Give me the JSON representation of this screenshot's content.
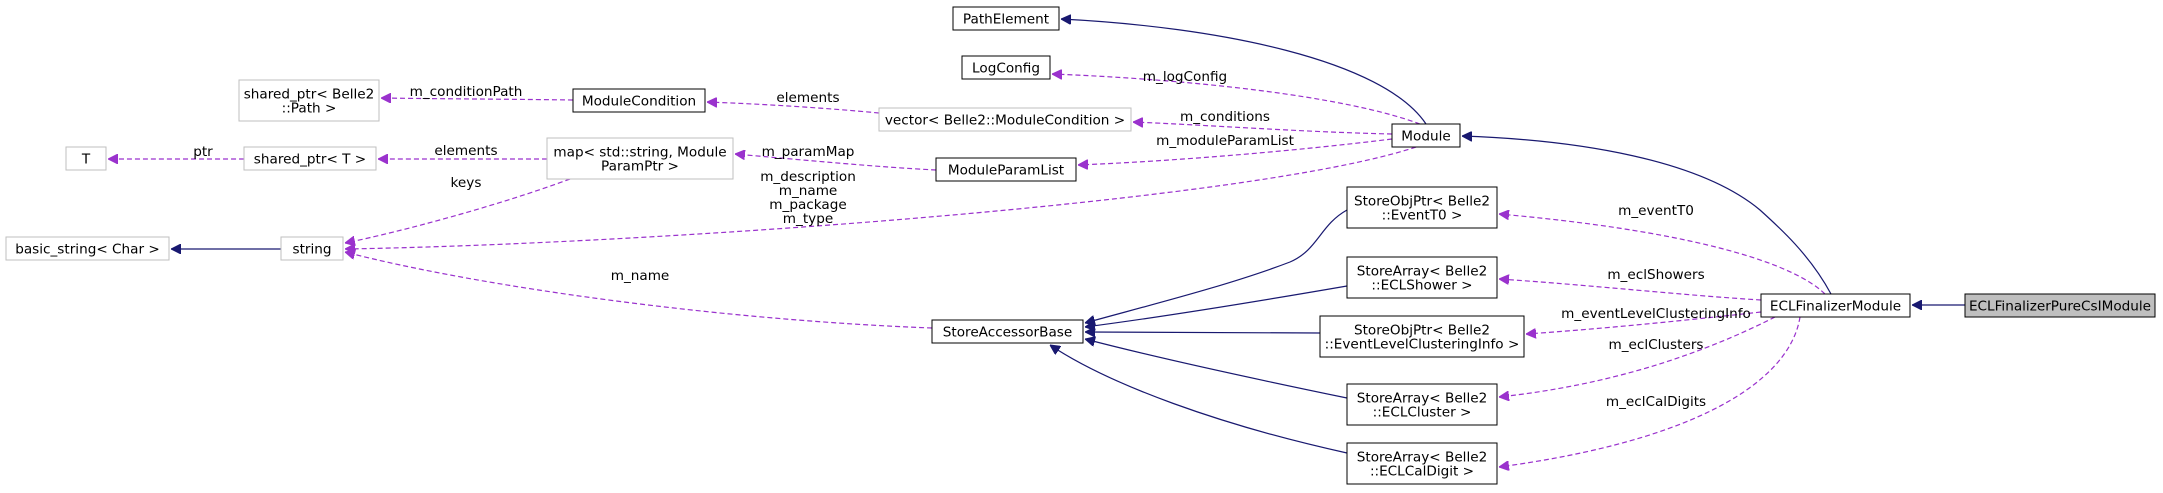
{
  "diagram": {
    "colors": {
      "inheritance": "#191970",
      "usage": "#9a32cd",
      "node_border": "#000000",
      "node_border_external": "#bfbfbf",
      "node_fill": "#ffffff",
      "highlight_fill": "#bfbfbf"
    },
    "nodes": [
      {
        "id": "PathElement",
        "lines": [
          "PathElement"
        ]
      },
      {
        "id": "LogConfig",
        "lines": [
          "LogConfig"
        ]
      },
      {
        "id": "SharedPtrPath",
        "lines": [
          "shared_ptr< Belle2",
          "::Path >"
        ]
      },
      {
        "id": "ModuleCondition",
        "lines": [
          "ModuleCondition"
        ]
      },
      {
        "id": "VectorModuleCondition",
        "lines": [
          "vector< Belle2::ModuleCondition >"
        ]
      },
      {
        "id": "T",
        "lines": [
          "T"
        ]
      },
      {
        "id": "SharedPtrT",
        "lines": [
          "shared_ptr< T >"
        ]
      },
      {
        "id": "MapParam",
        "lines": [
          "map< std::string, Module",
          "ParamPtr >"
        ]
      },
      {
        "id": "ModuleParamList",
        "lines": [
          "ModuleParamList"
        ]
      },
      {
        "id": "Module",
        "lines": [
          "Module"
        ]
      },
      {
        "id": "BasicString",
        "lines": [
          "basic_string< Char >"
        ]
      },
      {
        "id": "String",
        "lines": [
          "string"
        ]
      },
      {
        "id": "StoreObjPtrEventT0",
        "lines": [
          "StoreObjPtr< Belle2",
          "::EventT0 >"
        ]
      },
      {
        "id": "StoreArrayECLShower",
        "lines": [
          "StoreArray< Belle2",
          "::ECLShower >"
        ]
      },
      {
        "id": "StoreAccessorBase",
        "lines": [
          "StoreAccessorBase"
        ]
      },
      {
        "id": "StoreObjPtrEventLevel",
        "lines": [
          "StoreObjPtr< Belle2",
          "::EventLevelClusteringInfo >"
        ]
      },
      {
        "id": "StoreArrayECLCluster",
        "lines": [
          "StoreArray< Belle2",
          "::ECLCluster >"
        ]
      },
      {
        "id": "StoreArrayECLCalDigit",
        "lines": [
          "StoreArray< Belle2",
          "::ECLCalDigit >"
        ]
      },
      {
        "id": "ECLFinalizerModule",
        "lines": [
          "ECLFinalizerModule"
        ]
      },
      {
        "id": "ECLFinalizerPureCsIModule",
        "lines": [
          "ECLFinalizerPureCsIModule"
        ]
      }
    ],
    "edges": [
      {
        "id": "module-pathelement",
        "kind": "inheritance",
        "from": "Module",
        "to": "PathElement",
        "label": []
      },
      {
        "id": "module-logconfig",
        "kind": "usage",
        "from": "Module",
        "to": "LogConfig",
        "label": [
          "m_logConfig"
        ]
      },
      {
        "id": "modulecondition-sharedptrpath",
        "kind": "usage",
        "from": "ModuleCondition",
        "to": "SharedPtrPath",
        "label": [
          "m_conditionPath"
        ]
      },
      {
        "id": "vector-modulecondition",
        "kind": "usage",
        "from": "VectorModuleCondition",
        "to": "ModuleCondition",
        "label": [
          "elements"
        ]
      },
      {
        "id": "module-vector",
        "kind": "usage",
        "from": "Module",
        "to": "VectorModuleCondition",
        "label": [
          "m_conditions"
        ]
      },
      {
        "id": "sharedptrt-t",
        "kind": "usage",
        "from": "SharedPtrT",
        "to": "T",
        "label": [
          "ptr"
        ]
      },
      {
        "id": "map-sharedptrt",
        "kind": "usage",
        "from": "MapParam",
        "to": "SharedPtrT",
        "label": [
          "elements"
        ]
      },
      {
        "id": "moduleparamlist-map",
        "kind": "usage",
        "from": "ModuleParamList",
        "to": "MapParam",
        "label": [
          "m_paramMap"
        ]
      },
      {
        "id": "module-moduleparamlist",
        "kind": "usage",
        "from": "Module",
        "to": "ModuleParamList",
        "label": [
          "m_moduleParamList"
        ]
      },
      {
        "id": "string-basicstring",
        "kind": "inheritance",
        "from": "String",
        "to": "BasicString",
        "label": []
      },
      {
        "id": "map-string",
        "kind": "usage",
        "from": "MapParam",
        "to": "String",
        "label": [
          "keys"
        ]
      },
      {
        "id": "module-string",
        "kind": "usage",
        "from": "Module",
        "to": "String",
        "label": [
          "m_description",
          "m_name",
          "m_package",
          "m_type"
        ]
      },
      {
        "id": "storeaccessor-string",
        "kind": "usage",
        "from": "StoreAccessorBase",
        "to": "String",
        "label": [
          "m_name"
        ]
      },
      {
        "id": "eventt0-storeaccessor",
        "kind": "inheritance",
        "from": "StoreObjPtrEventT0",
        "to": "StoreAccessorBase",
        "label": []
      },
      {
        "id": "eclshower-storeaccessor",
        "kind": "inheritance",
        "from": "StoreArrayECLShower",
        "to": "StoreAccessorBase",
        "label": []
      },
      {
        "id": "eventlevel-storeaccessor",
        "kind": "inheritance",
        "from": "StoreObjPtrEventLevel",
        "to": "StoreAccessorBase",
        "label": []
      },
      {
        "id": "eclcluster-storeaccessor",
        "kind": "inheritance",
        "from": "StoreArrayECLCluster",
        "to": "StoreAccessorBase",
        "label": []
      },
      {
        "id": "eclcaldigit-storeaccessor",
        "kind": "inheritance",
        "from": "StoreArrayECLCalDigit",
        "to": "StoreAccessorBase",
        "label": []
      },
      {
        "id": "eclfinalizer-module",
        "kind": "inheritance",
        "from": "ECLFinalizerModule",
        "to": "Module",
        "label": []
      },
      {
        "id": "eclfinalizer-eventt0",
        "kind": "usage",
        "from": "ECLFinalizerModule",
        "to": "StoreObjPtrEventT0",
        "label": [
          "m_eventT0"
        ]
      },
      {
        "id": "eclfinalizer-eclshowers",
        "kind": "usage",
        "from": "ECLFinalizerModule",
        "to": "StoreArrayECLShower",
        "label": [
          "m_eclShowers"
        ]
      },
      {
        "id": "eclfinalizer-eventlevel",
        "kind": "usage",
        "from": "ECLFinalizerModule",
        "to": "StoreObjPtrEventLevel",
        "label": [
          "m_eventLevelClusteringInfo"
        ]
      },
      {
        "id": "eclfinalizer-eclclusters",
        "kind": "usage",
        "from": "ECLFinalizerModule",
        "to": "StoreArrayECLCluster",
        "label": [
          "m_eclClusters"
        ]
      },
      {
        "id": "eclfinalizer-eclcaldigits",
        "kind": "usage",
        "from": "ECLFinalizerModule",
        "to": "StoreArrayECLCalDigit",
        "label": [
          "m_eclCalDigits"
        ]
      },
      {
        "id": "pure-eclfinalizer",
        "kind": "inheritance",
        "from": "ECLFinalizerPureCsIModule",
        "to": "ECLFinalizerModule",
        "label": []
      }
    ]
  }
}
